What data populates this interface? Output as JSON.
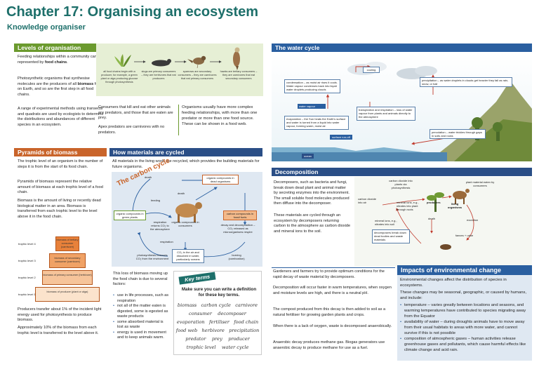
{
  "header": {
    "title": "Chapter 17: Organising an ecosystem",
    "subtitle": "Knowledge organiser"
  },
  "levels": {
    "title": "Levels of organisation",
    "p1_a": "Feeding relationships within a community can be represented by ",
    "p1_b": "food chains",
    "p2_a": "Photosynthetic organisms that synthesise molecules are the producers of all ",
    "p2_b": "biomass",
    "p2_c": " for life on Earth, and so are the first step in all food chains.",
    "p3": "A range of experimental methods using transects and quadrats are used by ecologists to determine the distributions and abundances of different species in an ecosystem.",
    "captions": [
      "all food chains begin with a producer, for example, a green plant or alga producing glucose through photosynthesis",
      "slugs are primary consumers – they are herbivores that eat producers",
      "sparrows are secondary consumers – they are carnivores that eat primary consumers",
      "hawks are tertiary consumers – they are carnivores that eat secondary consumers"
    ],
    "box_a": "Consumers that kill and eat other animals are predators, and those that are eaten are prey.",
    "box_b": "Apex predators are carnivores with no predators.",
    "box_c": "Organisms usually have more complex feeding relationships, with more than one predator or more than one food source. These can be shown in a food web."
  },
  "water": {
    "title": "The water cycle",
    "cooling": "cooling",
    "condensation": "condensation – as moist air rises it cools. Water vapour condenses back into liquid water droplets producing clouds",
    "precipitation": "precipitation – as water droplets in clouds get heavier they fall as rain, snow, or hail",
    "vapour": "water vapour",
    "evaporation": "evaporation – the Sun heats the Earth's surface and water is turned from a liquid into water vapour, forming warm, moist air",
    "transpiration": "transpiration and respiration – loss of water vapour from plants and animals directly to the atmosphere",
    "percolation": "percolation – water trickles through gaps in soils and rocks",
    "runoff": "surface run-off",
    "ocean": "ocean"
  },
  "pyramids": {
    "title": "Pyramids of biomass",
    "p1": "The trophic level of an organism is the number of steps it is from the start of its food chain.",
    "p2": "Pyramids of biomass represent the relative amount of biomass at each trophic level of a food chain.",
    "p3": "Biomass is the amount of living or recently dead biological matter in an area. Biomass is transferred from each trophic level to the level above it in the food chain.",
    "levels": [
      "trophic level 4",
      "trophic level 3",
      "trophic level 2",
      "trophic level 1"
    ],
    "bars": [
      "biomass of tertiary consumer (carnivore)",
      "biomass of secondary consumer (carnivore)",
      "biomass of primary consumer (herbivore)",
      "biomass of producer (plant or alga)"
    ],
    "p4": "Producers transfer about 1% of the incident light energy used for photosynthesis to produce biomass.",
    "p5": "Approximately 10% of the biomass from each trophic level is transferred to the level above it."
  },
  "cycled": {
    "title": "How materials are cycled",
    "intro": "All materials in the living world are recycled, which provides the building materials for future organisms.",
    "carbon_title": "The carbon cycle",
    "labels": {
      "death1": "death",
      "organic_dead": "organic compounds in dead organisms",
      "death2": "death",
      "feeding": "feeding",
      "green_plants": "organic compounds in green plants",
      "consumers": "organic compounds in consumers",
      "respiration_co2": "respiration returns CO₂ to the atmosphere",
      "fossil": "carbon compounds in fossil fuels",
      "decay": "decay and decomposition – CO₂ released as microorganisms respire",
      "respiration": "respiration",
      "photosynthesis": "photosynthesis removes CO₂ from the environment",
      "co2_air": "CO₂ in the air and dissolved in water, particularly oceans",
      "burning": "burning (combustion)"
    },
    "loss_intro": "This loss of biomass moving up the food chain is due to several factors:",
    "loss_items": [
      "use in life processes, such as respiration",
      "not all of the matter eaten is digested, some is egested as waste products",
      "some absorbed material is lost as waste",
      "energy is used in movement and to keep animals warm."
    ]
  },
  "keyterms": {
    "title": "Key terms",
    "prompt": "Make sure you can write a definition for these key terms.",
    "rows": [
      [
        "biomass",
        "carbon cycle",
        "carnivore"
      ],
      [
        "consumer",
        "decomposer"
      ],
      [
        "evaporation",
        "fertiliser",
        "food chain"
      ],
      [
        "food web",
        "herbivore",
        "precipitation"
      ],
      [
        "predator",
        "prey",
        "producer"
      ],
      [
        "trophic level",
        "water cycle"
      ]
    ]
  },
  "decomposition": {
    "title": "Decomposition",
    "p1": "Decomposers, such as bacteria and fungi, break down dead plant and animal matter by secreting enzymes into the environment. The small soluble food molecules produced then diffuse into the decomposer.",
    "p2": "These materials are cycled through an ecosystem by decomposers returning carbon to the atmosphere as carbon dioxide and mineral ions to the soil.",
    "diagram": {
      "co2_plants": "carbon dioxide into plants via photosynthesis",
      "plant_eaten": "plant material eaten by consumers",
      "co2_air": "carbon dioxide into air",
      "mineral": "mineral ions, e.g., nitrates into plant through roots",
      "producers": "producers",
      "living": "living organisms",
      "mineral2": "mineral ions, e.g., nitrates into soil",
      "death": "death",
      "excretion": "excretion",
      "decomposers": "decomposers break down dead bodies and waste materials",
      "faeces": "faeces + urine"
    },
    "g1": "Gardeners and farmers try to provide optimum conditions for the rapid decay of waste material by decomposers.",
    "g2": "Decomposition will occur faster in warm temperatures, when oxygen and moisture levels are high, and there is a neutral pH.",
    "g3": "The compost produced from this decay is then added to soil as a natural fertiliser for growing garden plants and crops.",
    "g4": "When there is a lack of oxygen, waste is decomposed anaerobically.",
    "g5": "Anaerobic decay produces methane gas. Biogas generators use anaerobic decay to produce methane for use as a fuel."
  },
  "impacts": {
    "title": "Impacts of environmental change",
    "p1": "Environmental changes affect the distribution of species in ecosystems.",
    "p2": "These changes may be seasonal, geographic, or caused by humans, and include:",
    "items": [
      "temperature – varies greatly between locations and seasons, and warming temperatures have contributed to species migrating away from the Equator",
      "availability of water – during droughts animals have to move away from their usual habitats to areas with more water, and cannot survive if this is not possible",
      "composition of atmospheric gases – human activities release greenhouse gases and pollutants, which cause harmful effects like climate change and acid rain."
    ]
  },
  "colors": {
    "teal": "#1d6f6a",
    "green": "#6b9a2e",
    "blue": "#2a5fa0",
    "orange": "#c9642a"
  }
}
